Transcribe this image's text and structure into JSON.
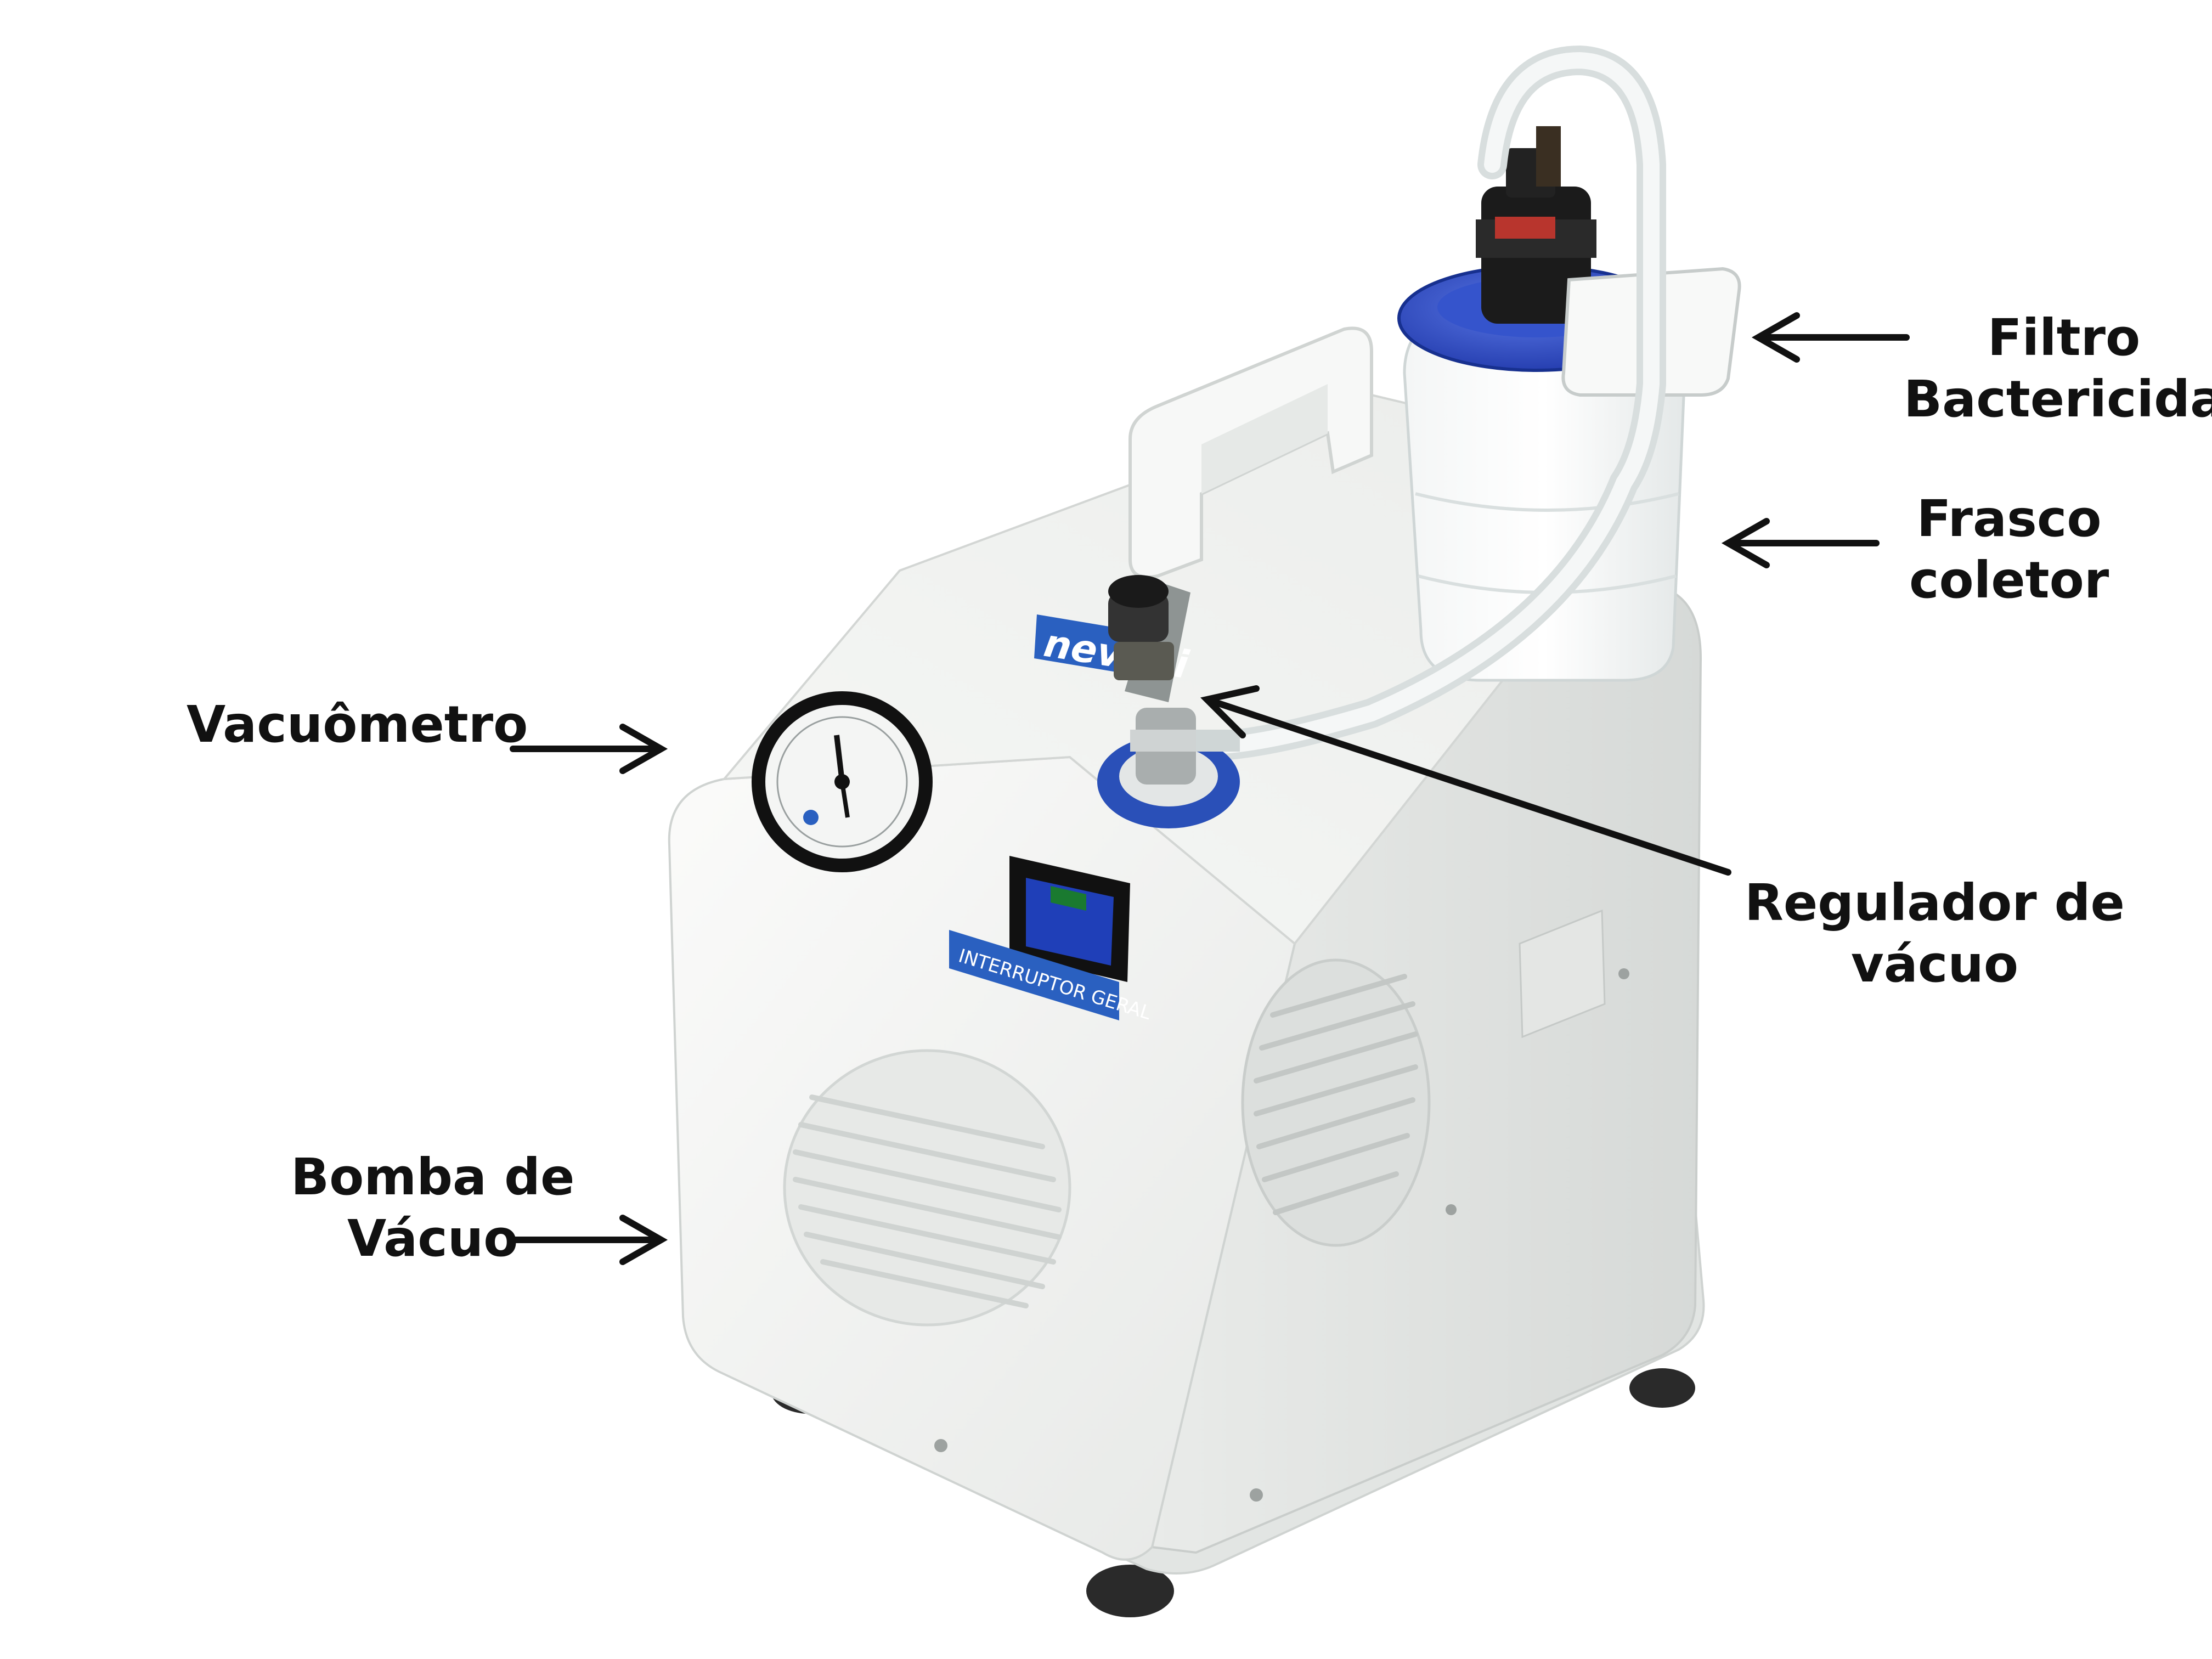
{
  "colors": {
    "housing": "#f2f3f1",
    "housing_shadow": "#d9dcda",
    "cap_blue": "#2747c8",
    "switch_blue": "#1f3fb8",
    "label_blue": "#2a60c0",
    "wheel": "#2a2a2a",
    "arrow": "#111111"
  },
  "product_labels": {
    "brand": "nevoni",
    "switch_plate": "INTERRUPTOR GERAL"
  },
  "callouts": {
    "vacuometro": {
      "line1": "Vacuômetro"
    },
    "bomba": {
      "line1": "Bomba de",
      "line2": "Vácuo"
    },
    "filtro": {
      "line1": "Filtro",
      "line2": "Bactericida"
    },
    "frasco": {
      "line1": "Frasco",
      "line2": "coletor"
    },
    "regulador": {
      "line1": "Regulador de",
      "line2": "vácuo"
    }
  }
}
